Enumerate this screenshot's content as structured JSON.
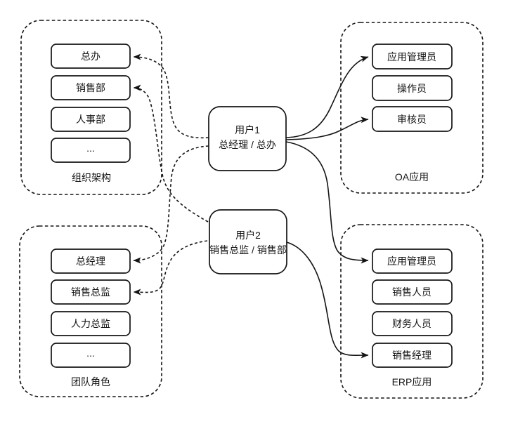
{
  "diagram": {
    "background_color": "#ffffff",
    "line_color": "#141414",
    "groups": {
      "org": {
        "label": "组织架构",
        "items": [
          "总办",
          "销售部",
          "人事部",
          "..."
        ]
      },
      "team": {
        "label": "团队角色",
        "items": [
          "总经理",
          "销售总监",
          "人力总监",
          "..."
        ]
      },
      "oa": {
        "label": "OA应用",
        "items": [
          "应用管理员",
          "操作员",
          "审核员"
        ]
      },
      "erp": {
        "label": "ERP应用",
        "items": [
          "应用管理员",
          "销售人员",
          "财务人员",
          "销售经理"
        ]
      }
    },
    "users": {
      "user1": {
        "title": "用户1",
        "subtitle": "总经理 / 总办"
      },
      "user2": {
        "title": "用户2",
        "subtitle": "销售总监 / 销售部"
      }
    },
    "edges": [
      {
        "from": "用户1",
        "to": "组织架构/总办",
        "style": "dashed"
      },
      {
        "from": "用户1",
        "to": "团队角色/总经理",
        "style": "dashed"
      },
      {
        "from": "用户2",
        "to": "组织架构/销售部",
        "style": "dashed"
      },
      {
        "from": "用户2",
        "to": "团队角色/销售总监",
        "style": "dashed"
      },
      {
        "from": "用户1",
        "to": "OA应用/应用管理员",
        "style": "solid"
      },
      {
        "from": "用户1",
        "to": "OA应用/审核员",
        "style": "solid"
      },
      {
        "from": "用户1",
        "to": "ERP应用/应用管理员",
        "style": "solid"
      },
      {
        "from": "用户2",
        "to": "ERP应用/销售经理",
        "style": "solid"
      }
    ]
  }
}
